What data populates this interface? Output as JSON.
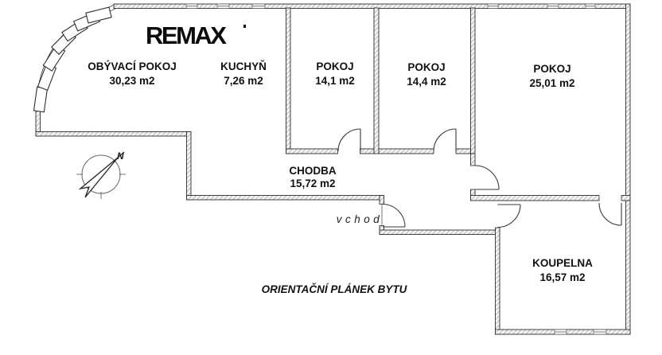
{
  "logo": {
    "text": "REMAX"
  },
  "rooms": [
    {
      "id": "obyvaci-pokoj",
      "name": "OBÝVACÍ POKOJ",
      "area": "30,23 m2"
    },
    {
      "id": "kuchyn",
      "name": "KUCHYŇ",
      "area": "7,26 m2"
    },
    {
      "id": "pokoj-1",
      "name": "POKOJ",
      "area": "14,1 m2"
    },
    {
      "id": "pokoj-2",
      "name": "POKOJ",
      "area": "14,4 m2"
    },
    {
      "id": "pokoj-3",
      "name": "POKOJ",
      "area": "25,01 m2"
    },
    {
      "id": "chodba",
      "name": "CHODBA",
      "area": "15,72 m2"
    },
    {
      "id": "koupelna",
      "name": "KOUPELNA",
      "area": "16,57 m2"
    }
  ],
  "labels": {
    "entrance": "vchod",
    "caption": "ORIENTAČNÍ PLÁNEK BYTU"
  },
  "compass": {
    "north": "N"
  },
  "colors": {
    "background": "#ffffff",
    "wall_outline": "#2e2e2e",
    "wall_hatch": "#8c8c8c",
    "text": "#111111",
    "logo": "#0c0c0c"
  }
}
